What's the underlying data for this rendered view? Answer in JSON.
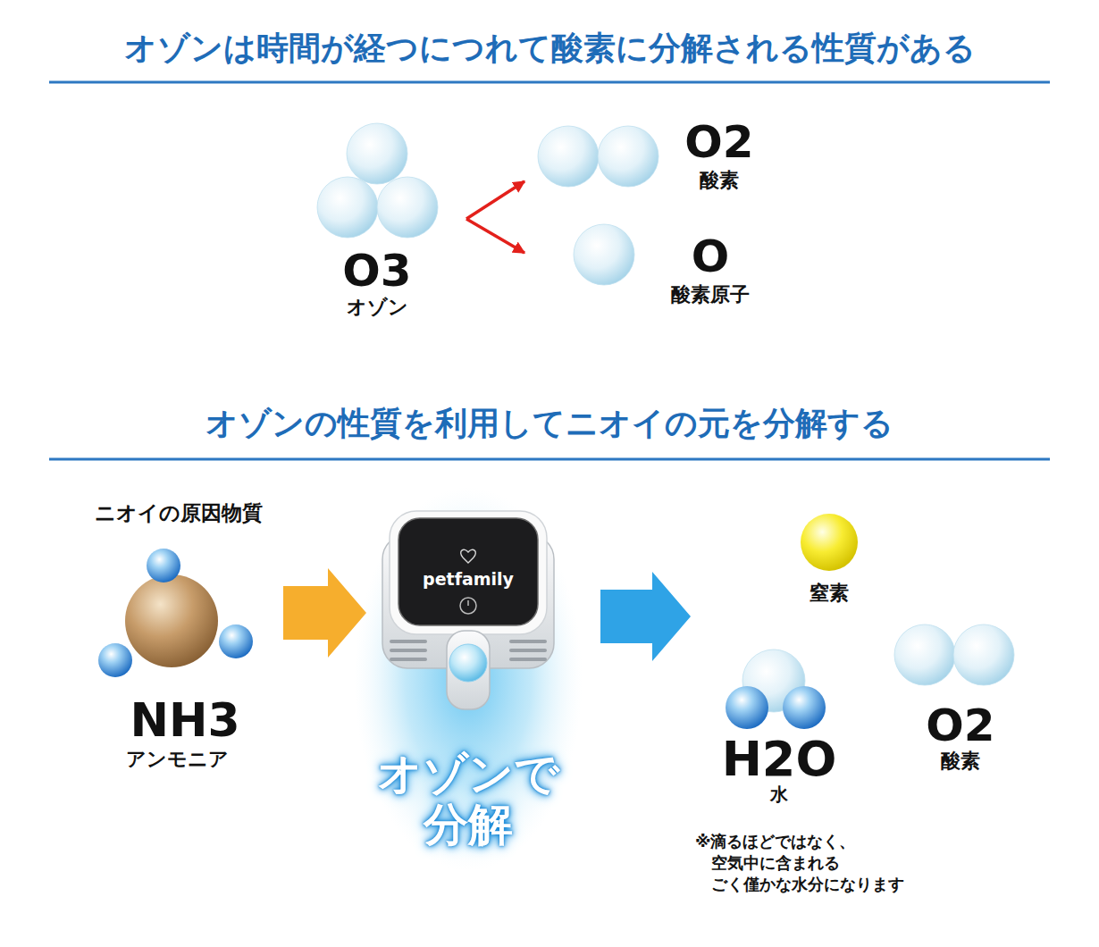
{
  "diagram": {
    "title": "オゾンは時間が経つにつれて酸素に分解される性質がある",
    "nodes": [
      {
        "text": [
          "O3",
          "オゾン"
        ]
      },
      {
        "text": [
          "O2",
          "酸素"
        ]
      },
      {
        "text": [
          "O",
          "酸素原子"
        ]
      },
      {
        "text": [
          "ニオイの原因物質",
          "NH3",
          "アンモニア"
        ]
      },
      {
        "text": [
          "petfamily",
          "オゾンで 分解"
        ]
      },
      {
        "text": [
          "窒素"
        ]
      },
      {
        "text": [
          "H2O",
          "水"
        ]
      },
      {
        "text": [
          "O2",
          "酸素"
        ]
      }
    ],
    "edges": [
      {
        "from": 0,
        "to": 1,
        "arrow": "to"
      },
      {
        "from": 0,
        "to": 2,
        "arrow": "to"
      },
      {
        "from": 3,
        "to": 4,
        "arrow": "to"
      },
      {
        "from": 4,
        "to": 6,
        "arrow": "to"
      }
    ],
    "labels": [
      "オゾンの性質を利用してニオイの元を分解する",
      "※滴るほどではなく、 空気中に含まれる ごく僅かな水分になります"
    ]
  }
}
